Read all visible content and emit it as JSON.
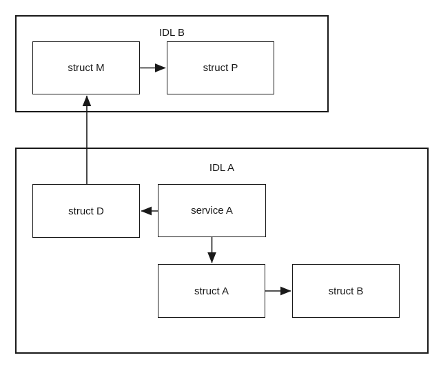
{
  "diagram": {
    "groups": [
      {
        "id": "idl-b",
        "label": "IDL B"
      },
      {
        "id": "idl-a",
        "label": "IDL A"
      }
    ],
    "nodes": [
      {
        "id": "struct-m",
        "label": "struct M",
        "group": "IDL B"
      },
      {
        "id": "struct-p",
        "label": "struct P",
        "group": "IDL B"
      },
      {
        "id": "struct-d",
        "label": "struct D",
        "group": "IDL A"
      },
      {
        "id": "service-a",
        "label": "service A",
        "group": "IDL A"
      },
      {
        "id": "struct-a",
        "label": "struct A",
        "group": "IDL A"
      },
      {
        "id": "struct-b",
        "label": "struct B",
        "group": "IDL A"
      }
    ],
    "edges": [
      {
        "from": "struct M",
        "to": "struct P",
        "direction": "right"
      },
      {
        "from": "struct D",
        "to": "struct M",
        "direction": "up"
      },
      {
        "from": "service A",
        "to": "struct D",
        "direction": "left"
      },
      {
        "from": "service A",
        "to": "struct A",
        "direction": "down"
      },
      {
        "from": "struct A",
        "to": "struct B",
        "direction": "right"
      }
    ],
    "colors": {
      "stroke": "#191919",
      "text": "#191919",
      "background": "#ffffff"
    }
  }
}
